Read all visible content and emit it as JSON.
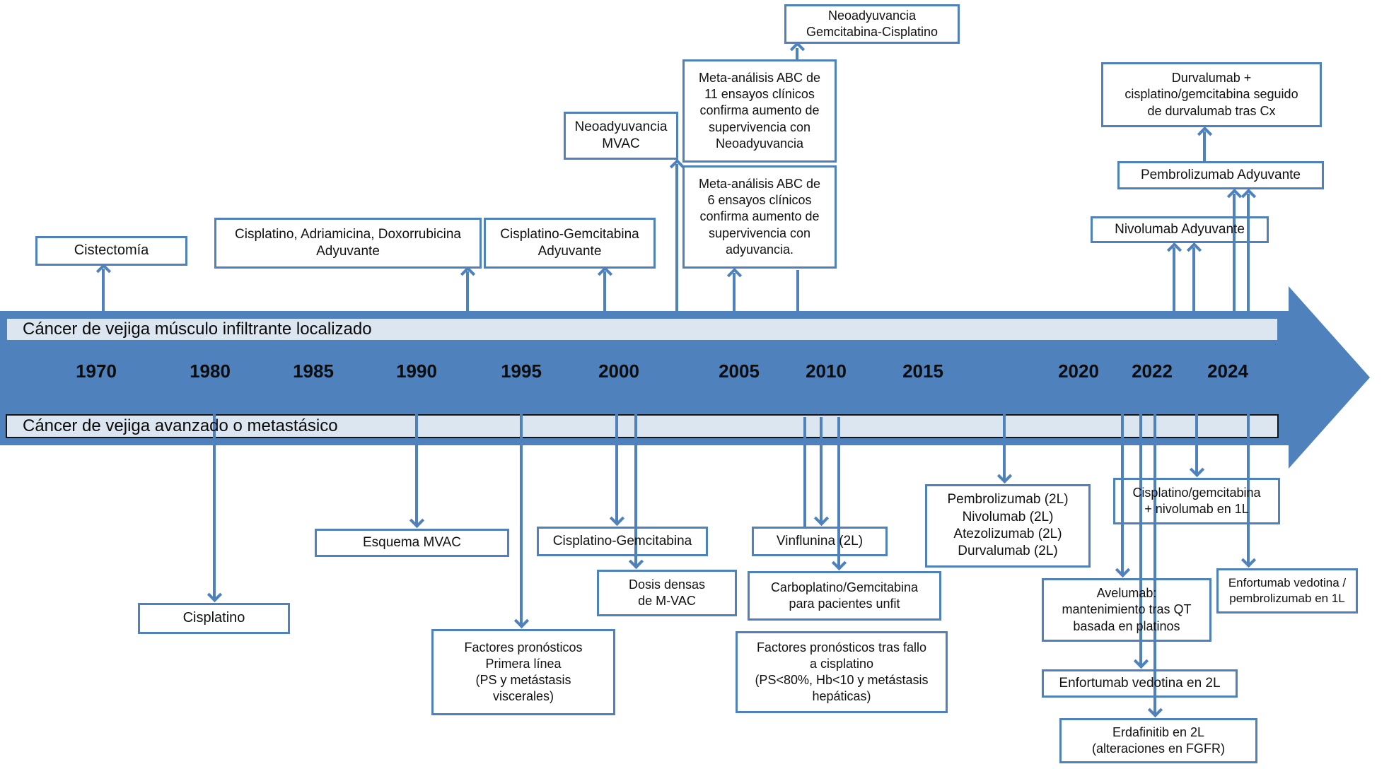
{
  "colors": {
    "accent_blue": "#4f81bd",
    "band_fill": "#dce6f1",
    "band_bottom_border": "#151515",
    "box_border": "#4f81bd",
    "text": "#111111"
  },
  "timeline": {
    "band_top_label": "Cáncer de vejiga músculo infiltrante localizado",
    "band_bottom_label": "Cáncer de vejiga avanzado o metastásico",
    "years": [
      "1970",
      "1980",
      "1985",
      "1990",
      "1995",
      "2000",
      "2005",
      "2010",
      "2015",
      "2020",
      "2022",
      "2024"
    ]
  },
  "boxes_above": {
    "cistectomia": {
      "label": "Cistectomía"
    },
    "cisplatino_adriamicina": {
      "label": "Cisplatino, Adriamicina,  Doxorrubicina\nAdyuvante"
    },
    "cisplatino_gemcitabina_adyuvante": {
      "label": "Cisplatino-Gemcitabina\nAdyuvante"
    },
    "neoadyuvancia_mvac": {
      "label": "Neoadyuvancia\nMVAC"
    },
    "meta_analisis_11": {
      "label": "Meta-análisis ABC de\n11 ensayos clínicos\nconfirma aumento de\nsupervivencia con\nNeoadyuvancia"
    },
    "neoadyuvancia_gem_cis": {
      "label": "Neoadyuvancia\nGemcitabina-Cisplatino"
    },
    "meta_analisis_6": {
      "label": "Meta-análisis ABC de\n6 ensayos clínicos\nconfirma aumento de\nsupervivencia con\nadyuvancia."
    },
    "nivolumab_adyuvante": {
      "label": "Nivolumab Adyuvante"
    },
    "pembrolizumab_adyuvante": {
      "label": "Pembrolizumab Adyuvante"
    },
    "durvalumab_cx": {
      "label": "Durvalumab +\ncisplatino/gemcitabina seguido\nde durvalumab tras Cx"
    }
  },
  "boxes_below": {
    "cisplatino": {
      "label": "Cisplatino"
    },
    "esquema_mvac": {
      "label": "Esquema MVAC"
    },
    "factores_primera_linea": {
      "label": "Factores pronósticos\nPrimera línea\n(PS y metástasis\nviscerales)"
    },
    "cisplatino_gemcitabina": {
      "label": "Cisplatino-Gemcitabina"
    },
    "dosis_densas": {
      "label": "Dosis densas\nde M-VAC"
    },
    "vinflunina": {
      "label": "Vinflunina (2L)"
    },
    "carboplatino_unfit": {
      "label": "Carboplatino/Gemcitabina\npara pacientes unfit"
    },
    "factores_tras_fallo": {
      "label": "Factores pronósticos tras fallo\na cisplatino\n(PS<80%, Hb<10 y metástasis\nhepáticas)"
    },
    "inmunoterapia_2l": {
      "label": "Pembrolizumab (2L)\nNivolumab (2L)\nAtezolizumab (2L)\nDurvalumab (2L)"
    },
    "cisplatino_gem_nivolumab_1l": {
      "label": "Cisplatino/gemcitabina\n+ nivolumab en 1L"
    },
    "avelumab": {
      "label": "Avelumab:\nmantenimiento tras QT\nbasada en platinos"
    },
    "enfortumab_2l": {
      "label": "Enfortumab vedotina en 2L"
    },
    "erdafinitib_2l": {
      "label": "Erdafinitib en 2L\n(alteraciones en FGFR)"
    },
    "enfortumab_pembrolizumab_1l": {
      "label": "Enfortumab vedotina /\npembrolizumab en 1L"
    }
  }
}
